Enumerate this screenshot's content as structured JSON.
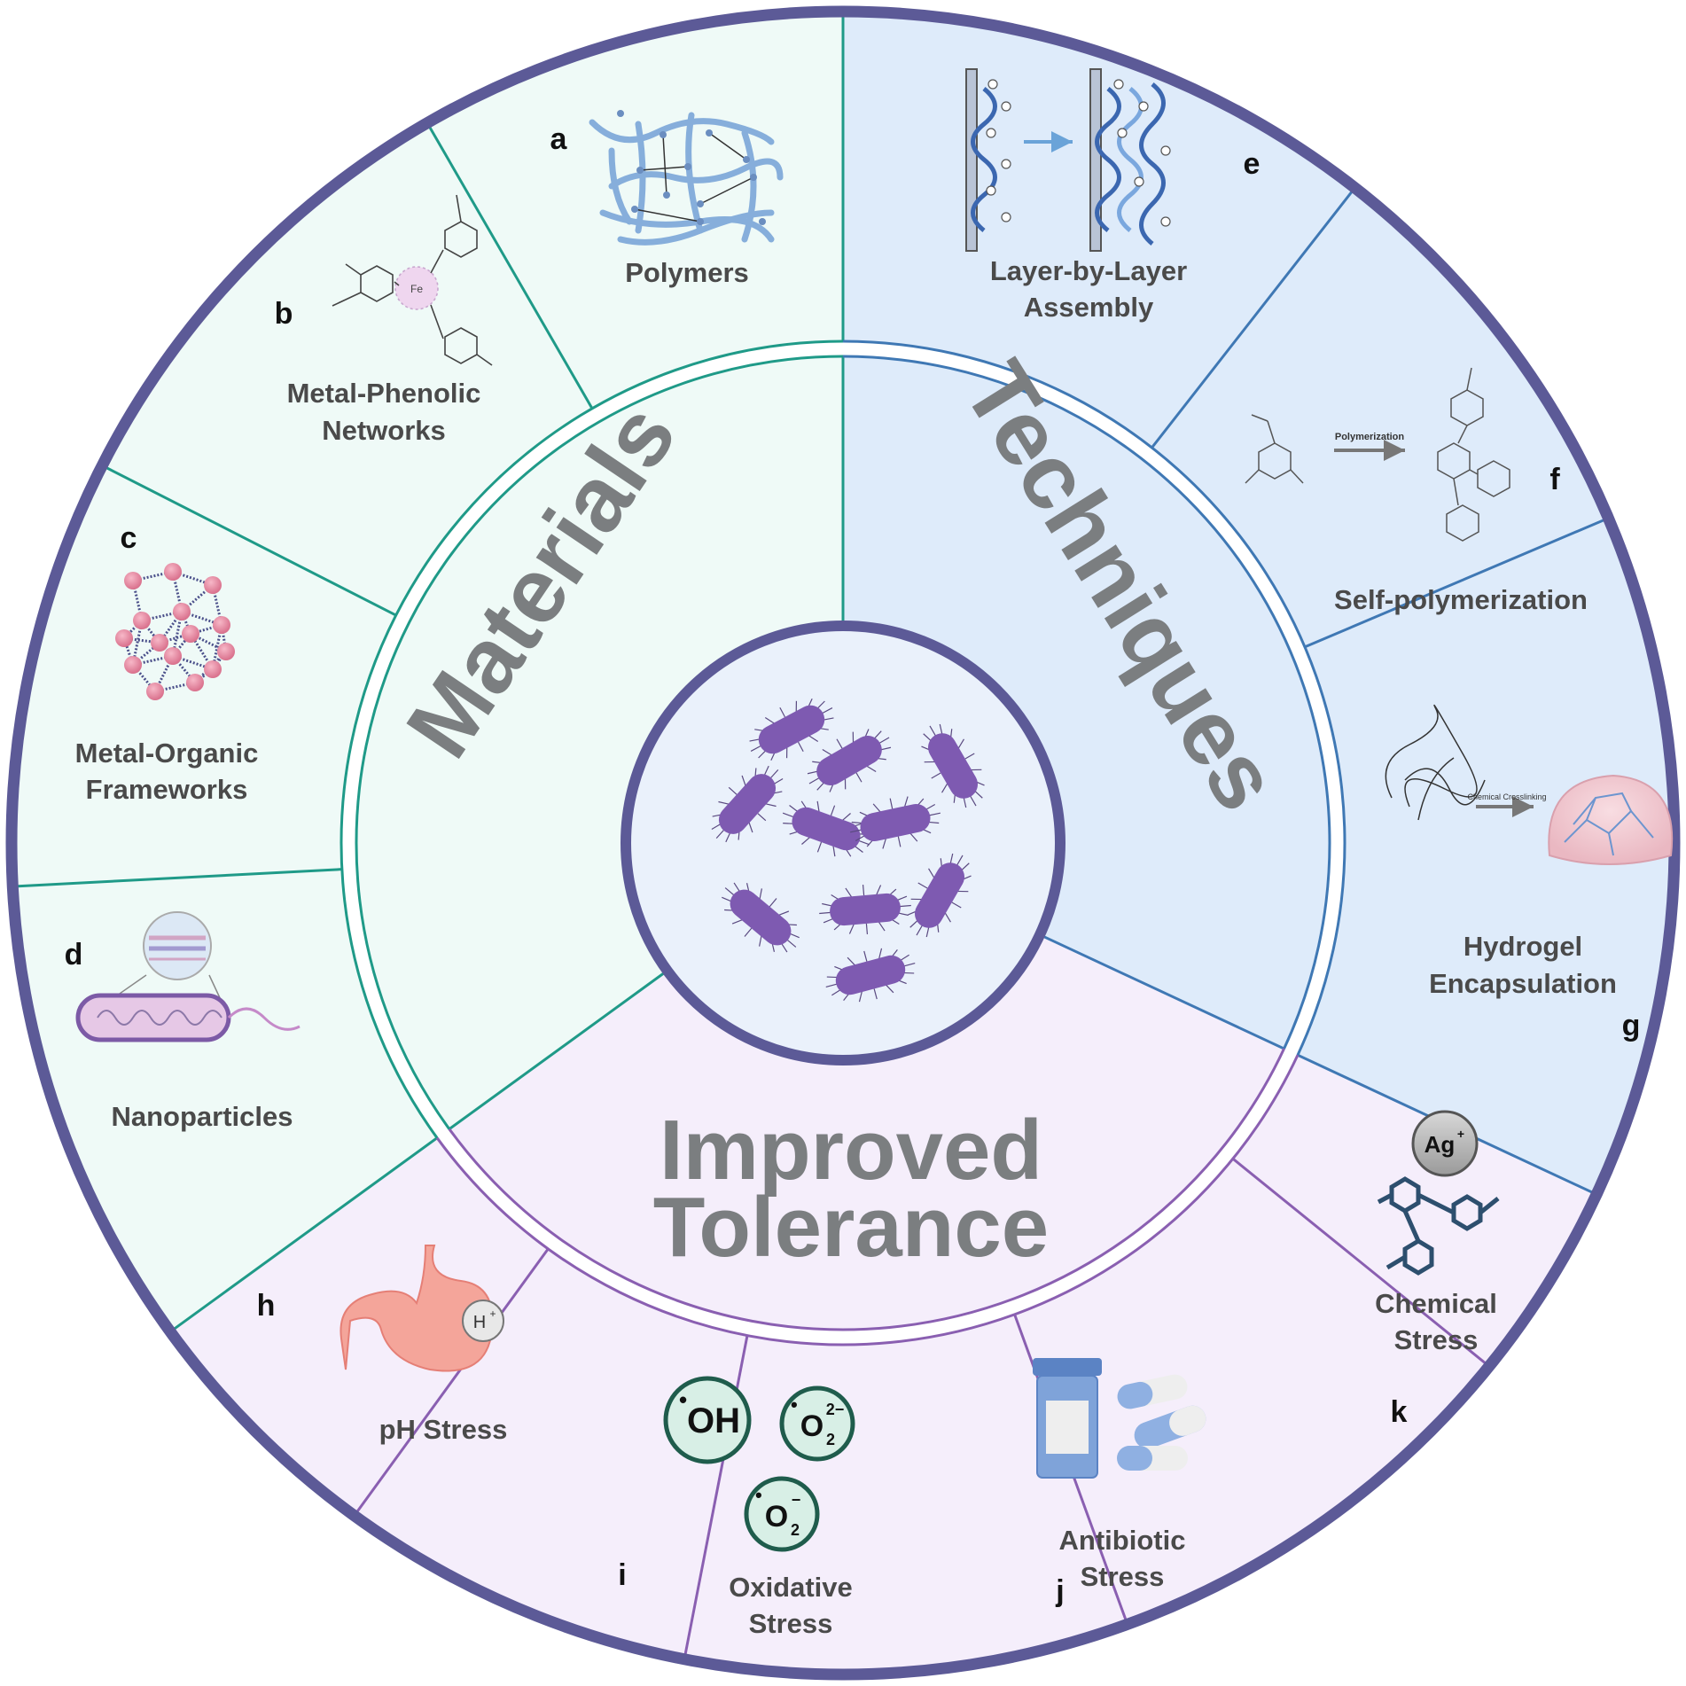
{
  "colors": {
    "materials_fill": "#effaf7",
    "techniques_fill": "#deebfa",
    "tolerance_fill": "#f5eefb",
    "outer_ring": "#5c5a97",
    "materials_line": "#1f9a88",
    "techniques_line": "#3f78b4",
    "tolerance_line": "#8a5fb1",
    "title_gray": "#7b7e80",
    "bacteria": "#7e5ab1"
  },
  "sectors": {
    "materials": "Materials",
    "techniques": "Techniques",
    "tolerance_line1": "Improved",
    "tolerance_line2": "Tolerance"
  },
  "segments": {
    "a": {
      "letter": "a",
      "lines": [
        "Polymers"
      ]
    },
    "b": {
      "letter": "b",
      "lines": [
        "Metal-Phenolic",
        "Networks"
      ]
    },
    "c": {
      "letter": "c",
      "lines": [
        "Metal-Organic",
        "Frameworks"
      ]
    },
    "d": {
      "letter": "d",
      "lines": [
        "Nanoparticles"
      ]
    },
    "e": {
      "letter": "e",
      "lines": [
        "Layer-by-Layer",
        "Assembly"
      ]
    },
    "f": {
      "letter": "f",
      "lines": [
        "Self-polymerization"
      ]
    },
    "g": {
      "letter": "g",
      "lines": [
        "Hydrogel",
        "Encapsulation"
      ]
    },
    "h": {
      "letter": "h",
      "lines": [
        "pH Stress"
      ]
    },
    "i": {
      "letter": "i",
      "lines": [
        "Oxidative",
        "Stress"
      ]
    },
    "j": {
      "letter": "j",
      "lines": [
        "Antibiotic",
        "Stress"
      ]
    },
    "k": {
      "letter": "k",
      "lines": [
        "Chemical",
        "Stress"
      ]
    }
  },
  "annotations": {
    "polymerization": "Polymerization",
    "crosslinking": "Chemical Crosslinking",
    "fe": "Fe",
    "ag": "Ag",
    "h_ion": "H",
    "oh": "OH",
    "o2": "O",
    "charge_plus": "+",
    "superscript_2minus": "2−",
    "superscript_minus": "−",
    "subscript_2": "2",
    "radical_dot": "•"
  },
  "icons": {
    "center": "bacteria-cluster-icon",
    "a": "polymer-network-icon",
    "b": "metal-phenolic-complex-icon",
    "c": "mof-lattice-icon",
    "d": "nanoparticle-coated-bacterium-icon",
    "e": "layer-by-layer-icon",
    "f": "dopamine-polymerization-icon",
    "g": "hydrogel-icon",
    "h": "stomach-icon",
    "i": "ros-icon",
    "j": "pill-bottle-icon",
    "k": "chemical-molecule-icon"
  }
}
